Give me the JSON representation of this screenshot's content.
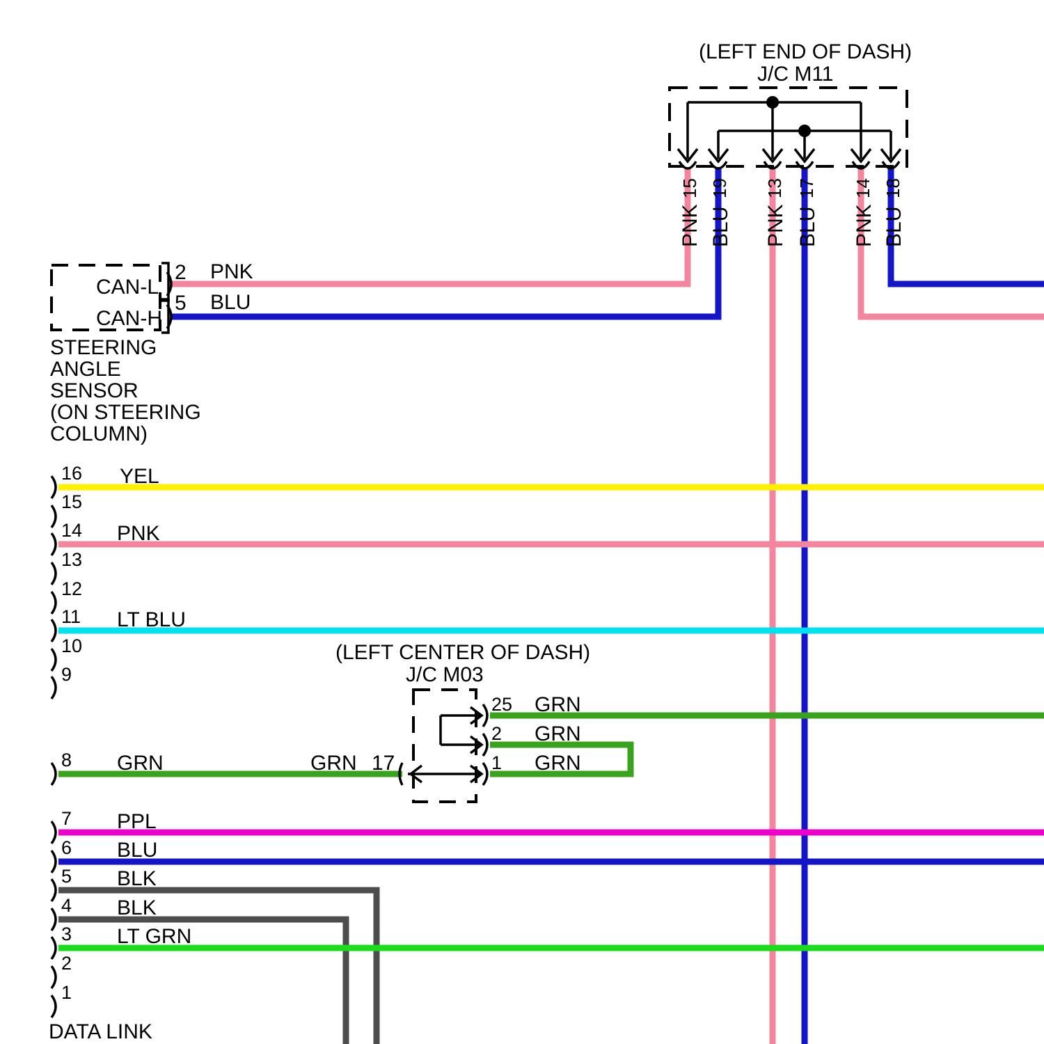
{
  "diagram": {
    "title_visible": false,
    "type": "automotive-wiring-diagram"
  },
  "colors": {
    "PNK": "#f3859f",
    "BLU": "#1414c8",
    "YEL": "#fff000",
    "LT BLU": "#00e2ee",
    "GRN": "#3aa31e",
    "LT GRN": "#1bdd1b",
    "PPL": "#ee00cc",
    "BLK": "#4d4d4d",
    "line": "#000000",
    "background": "#ffffff"
  },
  "junction_m11": {
    "location_label": "(LEFT END OF DASH)",
    "name": "J/C M11",
    "pins": [
      {
        "number": "15",
        "wire": "PNK"
      },
      {
        "number": "19",
        "wire": "BLU"
      },
      {
        "number": "13",
        "wire": "PNK"
      },
      {
        "number": "17",
        "wire": "BLU"
      },
      {
        "number": "14",
        "wire": "PNK"
      },
      {
        "number": "18",
        "wire": "BLU"
      }
    ]
  },
  "junction_m03": {
    "location_label": "(LEFT CENTER OF DASH)",
    "name": "J/C M03",
    "pins": [
      {
        "number": "25",
        "wire": "GRN"
      },
      {
        "number": "2",
        "wire": "GRN"
      },
      {
        "number": "1",
        "wire": "GRN"
      }
    ],
    "input": {
      "wire": "GRN",
      "number": "17"
    }
  },
  "steering_angle_sensor": {
    "name_lines": [
      "STEERING",
      "ANGLE",
      "SENSOR",
      "(ON STEERING",
      "COLUMN)"
    ],
    "terminals": [
      {
        "label": "CAN-L",
        "pin": "2",
        "wire": "PNK"
      },
      {
        "label": "CAN-H",
        "pin": "5",
        "wire": "BLU"
      }
    ]
  },
  "data_link_connector": {
    "name": "DATA LINK",
    "pins": [
      {
        "number": "16",
        "wire": "YEL"
      },
      {
        "number": "15",
        "wire": ""
      },
      {
        "number": "14",
        "wire": "PNK"
      },
      {
        "number": "13",
        "wire": ""
      },
      {
        "number": "12",
        "wire": ""
      },
      {
        "number": "11",
        "wire": "LT BLU"
      },
      {
        "number": "10",
        "wire": ""
      },
      {
        "number": "9",
        "wire": ""
      },
      {
        "number": "8",
        "wire": "GRN"
      },
      {
        "number": "7",
        "wire": "PPL"
      },
      {
        "number": "6",
        "wire": "BLU"
      },
      {
        "number": "5",
        "wire": "BLK"
      },
      {
        "number": "4",
        "wire": "BLK"
      },
      {
        "number": "3",
        "wire": "LT GRN"
      },
      {
        "number": "2",
        "wire": ""
      },
      {
        "number": "1",
        "wire": ""
      }
    ]
  }
}
